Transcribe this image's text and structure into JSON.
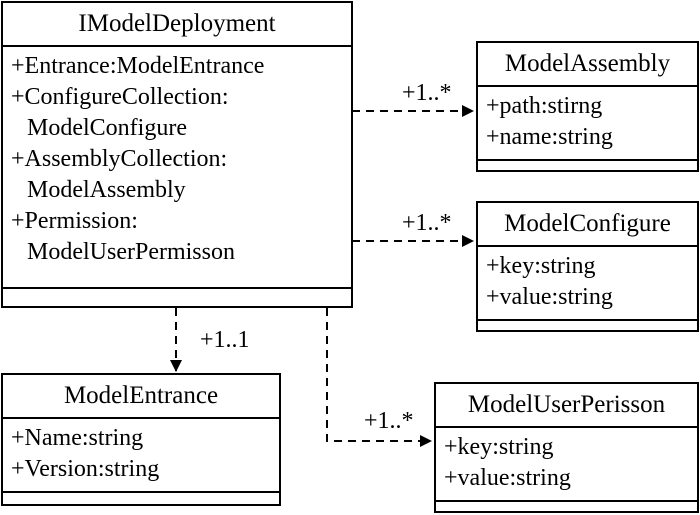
{
  "classes": {
    "deployment": {
      "name": "IModelDeployment",
      "attrs": [
        "+Entrance:ModelEntrance",
        "+ConfigureCollection:",
        "ModelConfigure",
        "+AssemblyCollection:",
        "ModelAssembly",
        "+Permission:",
        "ModelUserPermisson"
      ]
    },
    "assembly": {
      "name": "ModelAssembly",
      "attrs": [
        "+path:stirng",
        "+name:string"
      ]
    },
    "configure": {
      "name": "ModelConfigure",
      "attrs": [
        "+key:string",
        "+value:string"
      ]
    },
    "entrance": {
      "name": "ModelEntrance",
      "attrs": [
        "+Name:string",
        "+Version:string"
      ]
    },
    "permission": {
      "name": "ModelUserPerisson",
      "attrs": [
        "+key:string",
        "+value:string"
      ]
    }
  },
  "multiplicities": {
    "assembly": "+1..*",
    "configure": "+1..*",
    "entrance": "+1..1",
    "permission": "+1..*"
  }
}
